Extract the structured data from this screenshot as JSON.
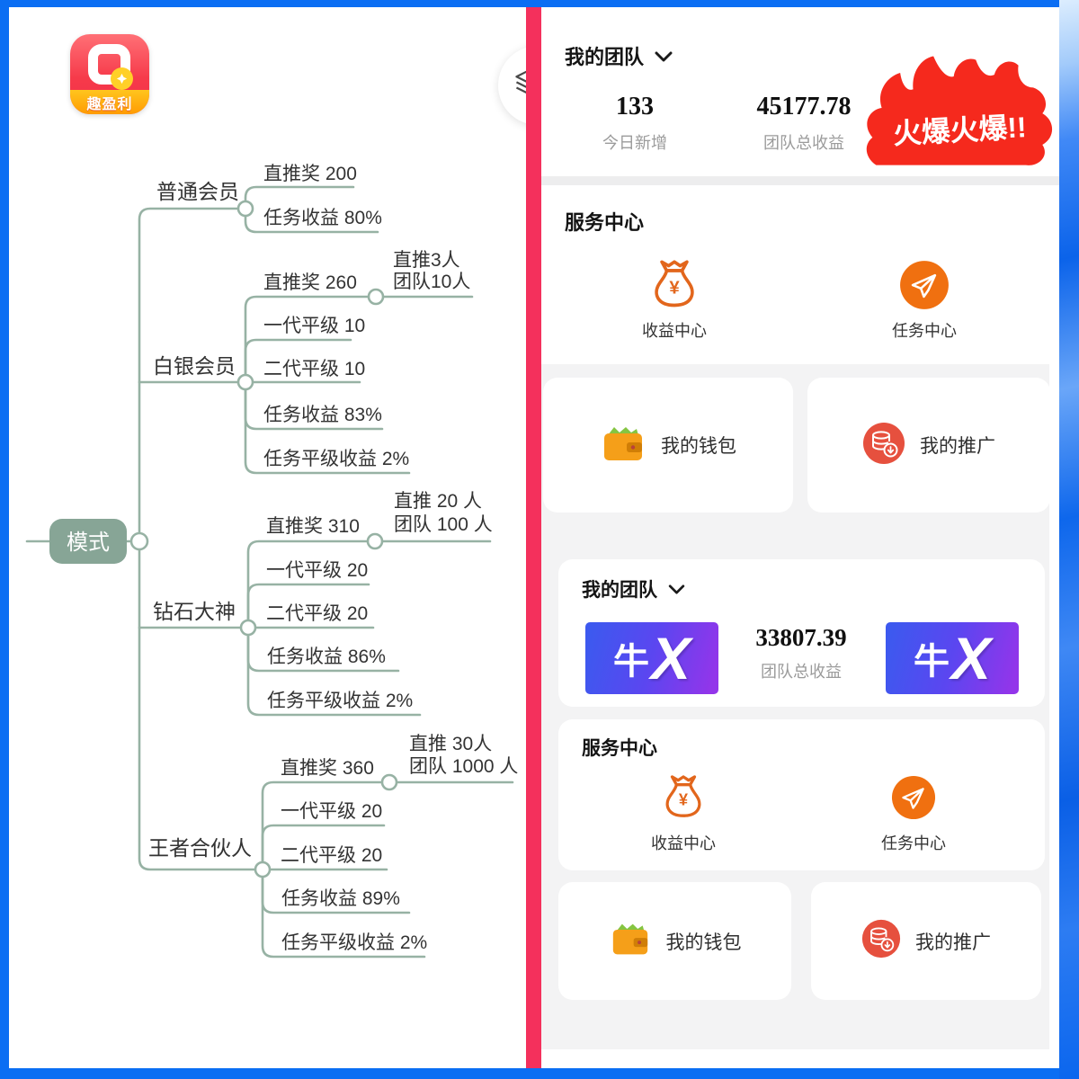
{
  "colors": {
    "frame_blue": "#0b6ef3",
    "stripe_red": "#f4305c",
    "sage": "#97b2a4",
    "sage_dark": "#87a596",
    "icon_orange": "#e2661c",
    "fire_red": "#f5291d"
  },
  "left": {
    "logo": {
      "name": "趣盈利"
    },
    "map": {
      "root": "模式",
      "b0": {
        "label": "普通会员",
        "c0": "直推奖 200",
        "c1": "任务收益 80%"
      },
      "b1": {
        "label": "白银会员",
        "c0": "直推奖 260",
        "c0s1": "直推3人",
        "c0s2": "团队10人",
        "c1": "一代平级 10",
        "c2": "二代平级 10",
        "c3": "任务收益 83%",
        "c4": "任务平级收益 2%"
      },
      "b2": {
        "label": "钻石大神",
        "c0": "直推奖 310",
        "c0s1": "直推 20 人",
        "c0s2": "团队 100 人",
        "c1": "一代平级 20",
        "c2": "二代平级 20",
        "c3": "任务收益 86%",
        "c4": "任务平级收益 2%"
      },
      "b3": {
        "label": "王者合伙人",
        "c0": "直推奖 360",
        "c0s1": "直推 30人",
        "c0s2": "团队 1000 人",
        "c1": "一代平级 20",
        "c2": "二代平级 20",
        "c3": "任务收益 89%",
        "c4": "任务平级收益 2%"
      }
    }
  },
  "right": {
    "team_header": "我的团队",
    "stats": {
      "new_value": "133",
      "new_label": "今日新增",
      "total_value": "45177.78",
      "total_label": "团队总收益"
    },
    "hot_badge": "火爆火爆!!",
    "services": {
      "title": "服务中心",
      "income": "收益中心",
      "tasks": "任务中心"
    },
    "wallet": "我的钱包",
    "promo": "我的推广",
    "team_card": {
      "title": "我的团队",
      "brand_cn": "牛",
      "brand_x": "X",
      "total_value": "33807.39",
      "total_label": "团队总收益"
    }
  }
}
